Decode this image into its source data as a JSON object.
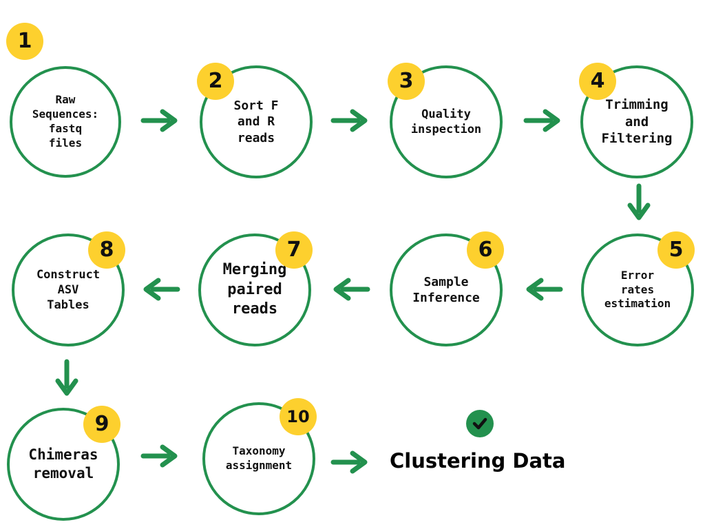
{
  "steps": [
    {
      "number": "1",
      "label": "Raw\nSequences:\nfastq\nfiles"
    },
    {
      "number": "2",
      "label": "Sort F\nand R\nreads"
    },
    {
      "number": "3",
      "label": "Quality\ninspection"
    },
    {
      "number": "4",
      "label": "Trimming\nand\nFiltering"
    },
    {
      "number": "5",
      "label": "Error\nrates\nestimation"
    },
    {
      "number": "6",
      "label": "Sample\nInference"
    },
    {
      "number": "7",
      "label": "Merging\npaired\nreads"
    },
    {
      "number": "8",
      "label": "Construct\nASV\nTables"
    },
    {
      "number": "9",
      "label": "Chimeras\nremoval"
    },
    {
      "number": "10",
      "label": "Taxonomy\nassignment"
    }
  ],
  "final": {
    "label": "Clustering Data",
    "icon": "checkmark-icon"
  },
  "colors": {
    "circle_border": "#23914e",
    "arrow": "#23914e",
    "badge": "#fdd02e",
    "check_bg": "#23914e",
    "text": "#111111"
  }
}
